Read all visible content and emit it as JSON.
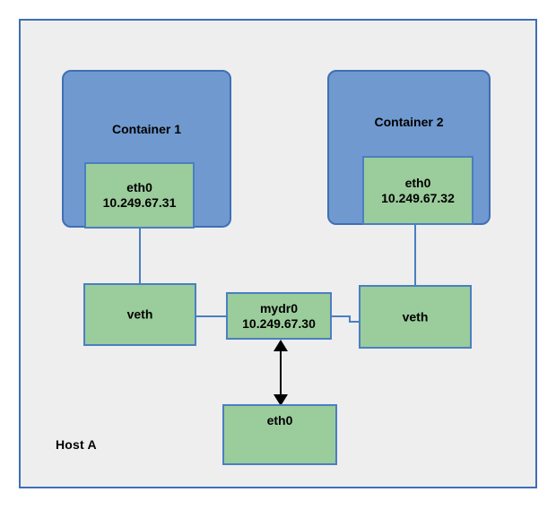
{
  "diagram": {
    "host": {
      "label": "Host A"
    },
    "containers": [
      {
        "title": "Container 1",
        "interface": {
          "name": "eth0",
          "ip": "10.249.67.31"
        }
      },
      {
        "title": "Container 2",
        "interface": {
          "name": "eth0",
          "ip": "10.249.67.32"
        }
      }
    ],
    "veth_left": {
      "label": "veth"
    },
    "veth_right": {
      "label": "veth"
    },
    "bridge": {
      "name": "mydr0",
      "ip": "10.249.67.30"
    },
    "host_nic": {
      "label": "eth0"
    },
    "colors": {
      "host_background": "#eeeeee",
      "host_border": "#3f6fb5",
      "container_fill": "#7099d0",
      "container_border": "#3f6fb5",
      "node_fill": "#9bcc9b",
      "node_border": "#4a7fc1",
      "connector": "#4a7fc1",
      "arrow": "#000000",
      "text": "#000000"
    }
  }
}
